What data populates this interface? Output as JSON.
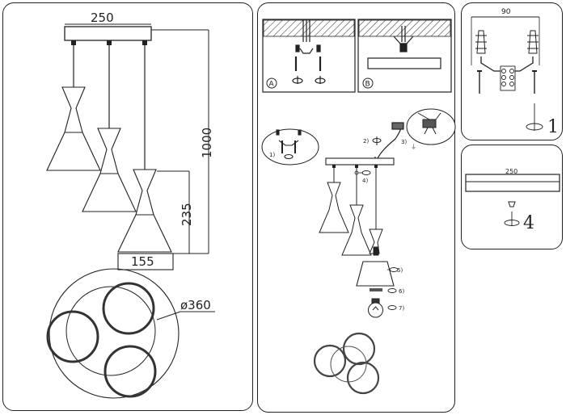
{
  "dimensions": {
    "canopy_width": "250",
    "total_height": "1000",
    "shade_height": "235",
    "shade_diameter": "155",
    "overall_diameter": "ø360"
  },
  "install": {
    "box_a": "A",
    "box_b": "B",
    "step_1": "1)",
    "step_2": "2)",
    "step_3": "3)",
    "step_4": "4)",
    "step_5": "5)",
    "step_6": "6)",
    "step_7": "7)"
  },
  "detail_top": {
    "width": "90",
    "step": "1"
  },
  "detail_bottom": {
    "width": "250",
    "step": "4"
  }
}
